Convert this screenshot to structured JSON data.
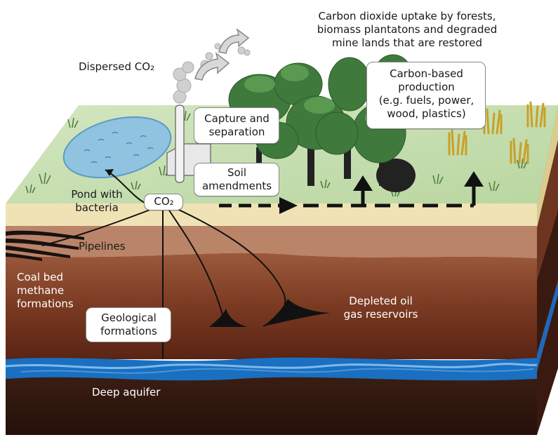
{
  "labels": {
    "uptake": [
      "Carbon dioxide uptake by forests,",
      "biomass plantatons and degraded",
      "mine lands that are restored"
    ],
    "dispersed": "Dispersed CO₂",
    "capture": [
      "Capture and",
      "separation"
    ],
    "soil": [
      "Soil",
      "amendments"
    ],
    "carbon_based": [
      "Carbon-based",
      "production",
      "(e.g. fuels, power,",
      "wood, plastics)"
    ],
    "pond": [
      "Pond with",
      "bacteria"
    ],
    "co2": "CO₂",
    "pipelines": "Pipelines",
    "coal": [
      "Coal bed",
      "methane",
      "formations"
    ],
    "depleted": [
      "Depleted oil",
      "gas reservoirs"
    ],
    "geological": [
      "Geological",
      "formations"
    ],
    "aquifer": "Deep aquifer"
  },
  "colors": {
    "grass": "#c9dfb4",
    "sand": "#efe3b5",
    "soil_light": "#b58366",
    "soil_mid": "#8a4a2e",
    "soil_dark": "#5a2a1a",
    "aquifer": "#1a6fc0",
    "bedrock": "#2e1810",
    "tree": "#3f7a3c",
    "pond": "#8fc3e0"
  }
}
